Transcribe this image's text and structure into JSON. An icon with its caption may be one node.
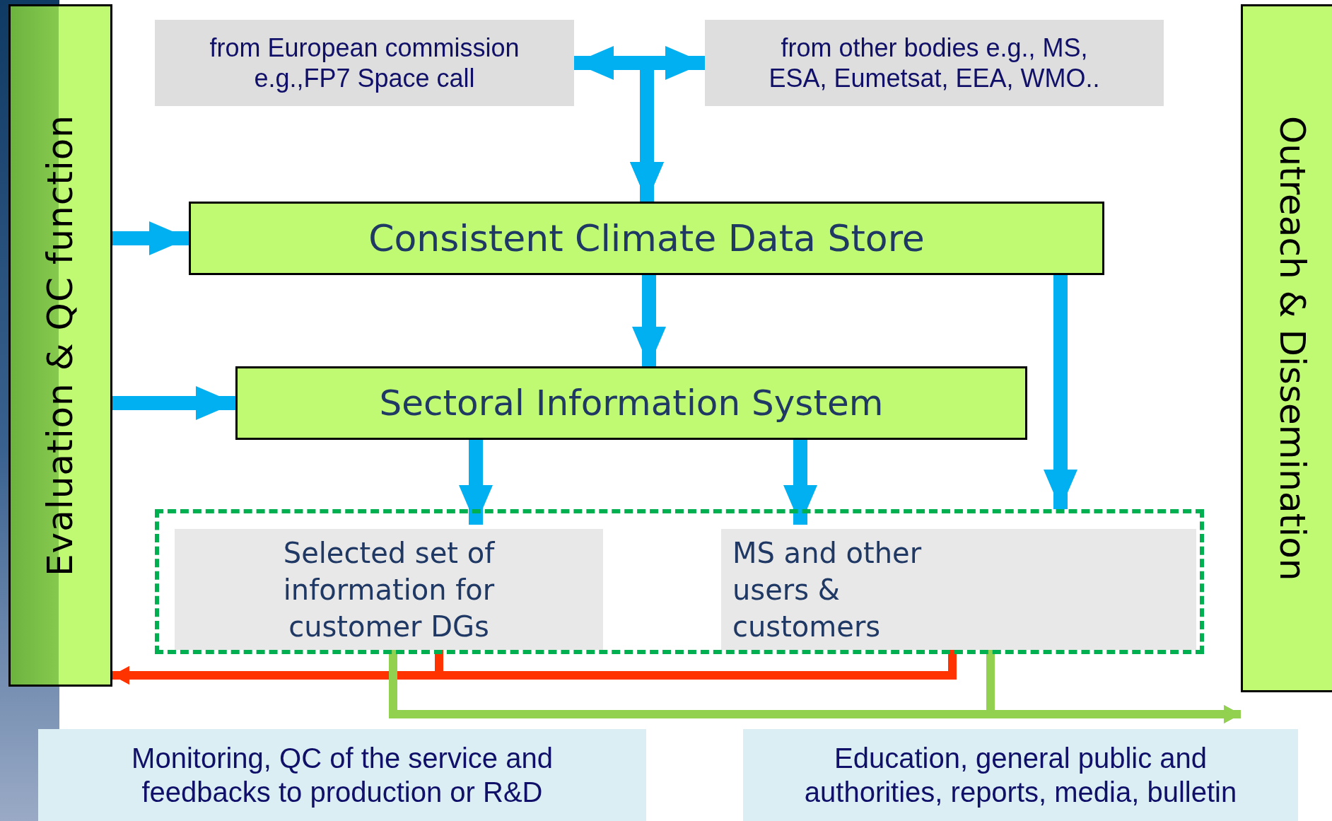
{
  "diagram": {
    "nodes": [
      {
        "text": [
          "Evaluation & QC function"
        ]
      },
      {
        "text": [
          "Outreach & Dissemination"
        ]
      },
      {
        "text": [
          "from European commission e.g.,FP7 Space call"
        ]
      },
      {
        "text": [
          "from other bodies e.g., MS, ESA, Eumetsat, EEA, WMO.."
        ]
      },
      {
        "text": [
          "Consistent Climate Data Store"
        ]
      },
      {
        "text": [
          "Sectoral Information System"
        ]
      },
      {
        "text": [],
        "shape": "box"
      },
      {
        "text": [
          "Selected set of information for customer DGs"
        ],
        "in": 6
      },
      {
        "text": [
          "MS and other users & customers"
        ],
        "in": 6
      },
      {
        "text": [
          "Monitoring, QC of the service and feedbacks to production or R&D"
        ]
      },
      {
        "text": [
          "Education, general public and authorities, reports, media, bulletin"
        ]
      }
    ],
    "edges": [
      {
        "from": 2,
        "to": 3,
        "arrow": "both"
      },
      {
        "from": 2,
        "to": 4,
        "arrow": "to"
      },
      {
        "from": 3,
        "to": 4,
        "arrow": "to"
      },
      {
        "from": 0,
        "to": 4,
        "arrow": "to"
      },
      {
        "from": 0,
        "to": 5,
        "arrow": "to"
      },
      {
        "from": 4,
        "to": 5,
        "arrow": "to"
      },
      {
        "from": 4,
        "to": 6,
        "arrow": "to"
      },
      {
        "from": 5,
        "to": 7,
        "arrow": "to"
      },
      {
        "from": 5,
        "to": 8,
        "arrow": "to"
      },
      {
        "from": 7,
        "to": 0,
        "arrow": "to",
        "color": "#ff3300"
      },
      {
        "from": 8,
        "to": 0,
        "arrow": "to",
        "color": "#ff3300"
      },
      {
        "from": 7,
        "to": 1,
        "arrow": "to",
        "color": "#92d050"
      },
      {
        "from": 8,
        "to": 1,
        "arrow": "to",
        "color": "#92d050"
      }
    ]
  }
}
